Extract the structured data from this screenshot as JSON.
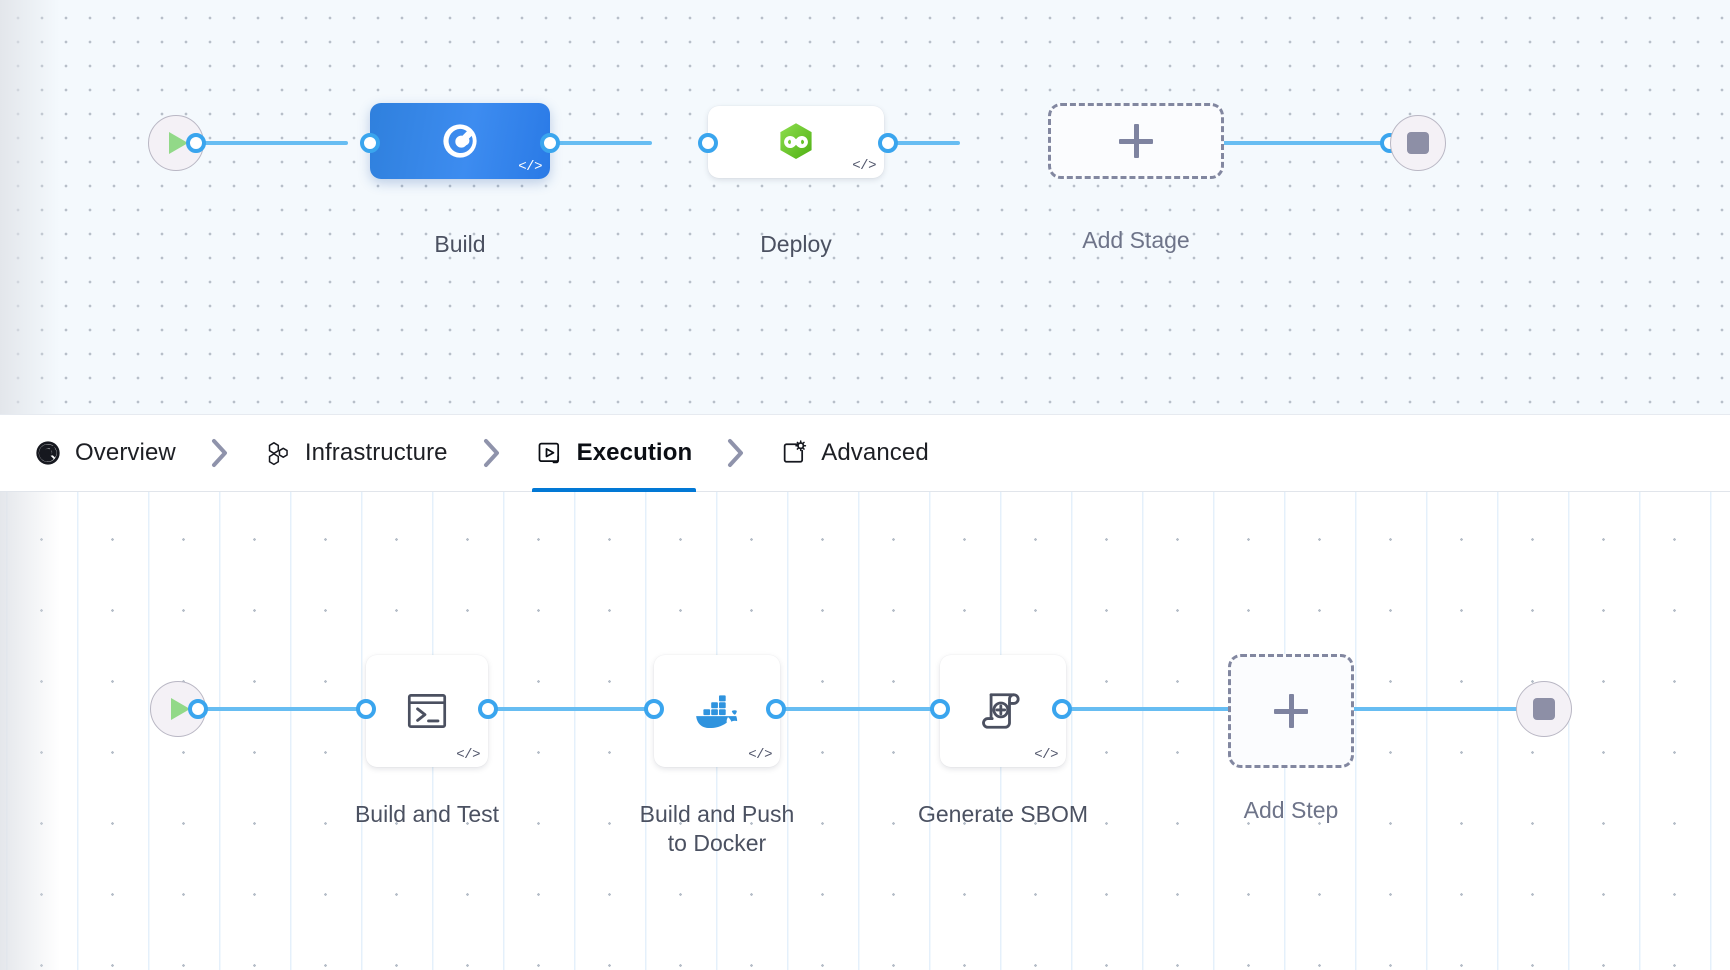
{
  "tabs": [
    {
      "label": "Overview",
      "icon": "harness-logo-icon",
      "active": false
    },
    {
      "label": "Infrastructure",
      "icon": "hexagon-cluster-icon",
      "active": false
    },
    {
      "label": "Execution",
      "icon": "play-box-icon",
      "active": true
    },
    {
      "label": "Advanced",
      "icon": "box-gear-icon",
      "active": false
    }
  ],
  "stage_graph": {
    "start_label": "start-node",
    "end_label": "end-node",
    "nodes": [
      {
        "label": "Build",
        "icon": "harness-build-icon",
        "style": "gradient",
        "code_badge": "</>"
      },
      {
        "label": "Deploy",
        "icon": "green-hexagon-infinity-icon",
        "style": "white",
        "code_badge": "</>"
      }
    ],
    "add_node": {
      "label": "Add Stage",
      "icon": "plus-icon"
    }
  },
  "step_graph": {
    "start_label": "start-node",
    "end_label": "end-node",
    "nodes": [
      {
        "label": "Build and Test",
        "icon": "terminal-icon",
        "code_badge": "</>"
      },
      {
        "label": "Build and Push\nto Docker",
        "icon": "docker-whale-icon",
        "code_badge": "</>"
      },
      {
        "label": "Generate SBOM",
        "icon": "scroll-plus-icon",
        "code_badge": "</>"
      }
    ],
    "add_node": {
      "label": "Add Step",
      "icon": "plus-icon"
    }
  },
  "colors": {
    "accent": "#0278d5",
    "link": "#67bdf2",
    "node_gradient_from": "#2f80dd",
    "node_gradient_to": "#2a7ae6",
    "deploy_green": "#74c83c",
    "docker_blue": "#2f93de",
    "start_green": "#92d988",
    "stop_gray": "#8d8fa6"
  }
}
